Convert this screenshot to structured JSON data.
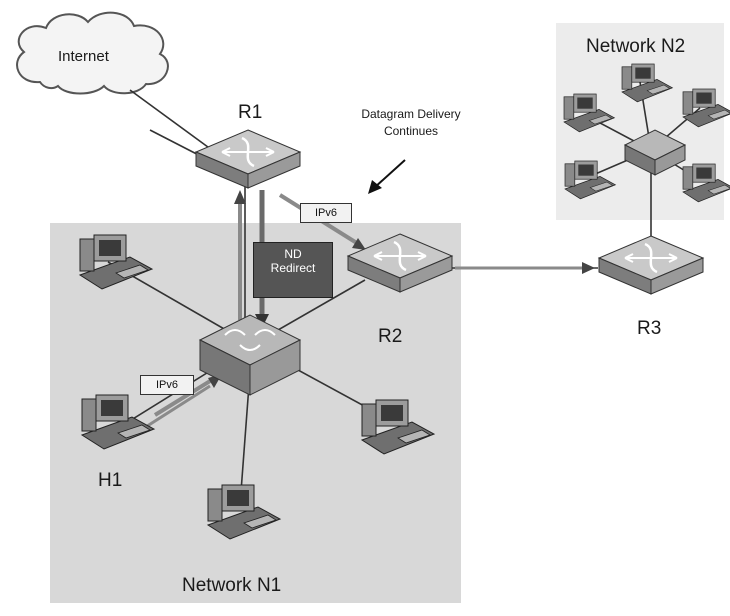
{
  "labels": {
    "internet": "Internet",
    "r1": "R1",
    "r2": "R2",
    "r3": "R3",
    "h1": "H1",
    "network_n1": "Network N1",
    "network_n2": "Network N2",
    "annotation_line1": "Datagram Delivery",
    "annotation_line2": "Continues",
    "ipv6_top": "IPv6",
    "ipv6_bottom": "IPv6",
    "redirect_line1": "ND",
    "redirect_line2": "Redirect"
  },
  "colors": {
    "network_bg": "#d8d8d8",
    "network_n2_bg": "#ececec",
    "device": "#9a9a9a",
    "link": "#333333",
    "redirect_box": "#555555"
  }
}
